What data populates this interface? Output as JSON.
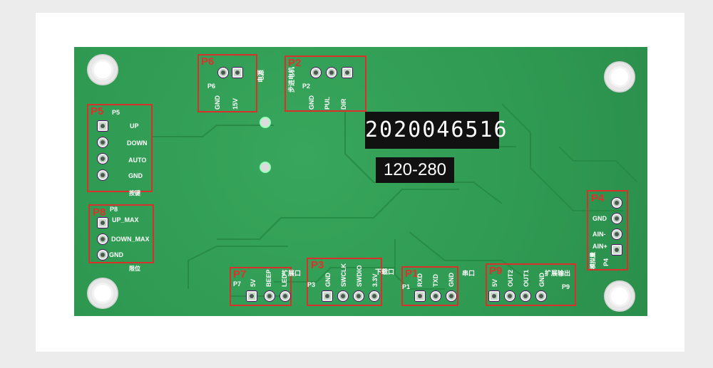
{
  "serial_label": "2020046516",
  "model_label": "120-280",
  "connectors": {
    "P1": {
      "tag": "P1",
      "silk": "P1",
      "pins": [
        "RXD",
        "TXD",
        "GND"
      ],
      "desc": "串口"
    },
    "P2": {
      "tag": "P2",
      "silk": "P2",
      "pins": [
        "GND",
        "PUL",
        "DIR"
      ],
      "desc": "步进电机"
    },
    "P3": {
      "tag": "P3",
      "silk": "P3",
      "pins": [
        "GND",
        "SWCLK",
        "SWDIO",
        "3.3V"
      ],
      "desc": "下载口"
    },
    "P4": {
      "tag": "P4",
      "silk": "P4",
      "pins": [
        "GND",
        "AIN-",
        "AIN+"
      ],
      "desc": "模拟量"
    },
    "P5": {
      "tag": "P5",
      "silk": "P5",
      "pins": [
        "UP",
        "DOWN",
        "AUTO",
        "GND"
      ],
      "desc": "按键"
    },
    "P6": {
      "tag": "P6",
      "silk": "P6",
      "pins": [
        "GND",
        "15V"
      ],
      "desc": "电源"
    },
    "P7": {
      "tag": "P7",
      "silk": "P7",
      "pins": [
        "5V",
        "BEEP",
        "LED"
      ],
      "desc": "扩展口"
    },
    "P8": {
      "tag": "P8",
      "silk": "P8",
      "pins": [
        "UP_MAX",
        "DOWN_MAX",
        "GND"
      ],
      "desc": "限位"
    },
    "P9": {
      "tag": "P9",
      "silk": "P9",
      "pins": [
        "5V",
        "OUT2",
        "OUT1",
        "GND"
      ],
      "desc": "扩展输出"
    }
  },
  "colors": {
    "board": "#2f9a52",
    "highlight": "#d9302c",
    "silkscreen": "#ffffff"
  }
}
